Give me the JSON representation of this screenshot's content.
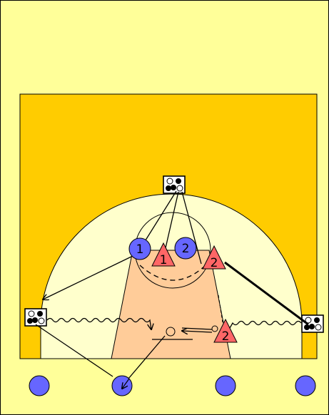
{
  "colors": {
    "background": "#ffff99",
    "court": "#ffcc00",
    "three_point_area": "#ffffcc",
    "key": "#ffcc99",
    "offense_player": "#6666ff",
    "defense_player": "#ff6666"
  },
  "players": {
    "offense_1": "1",
    "offense_2": "2",
    "defense_1": "1",
    "defense_2_top": "2",
    "defense_2_bottom": "2"
  },
  "equipment": {
    "ball_rack": "ball-rack-icon"
  }
}
